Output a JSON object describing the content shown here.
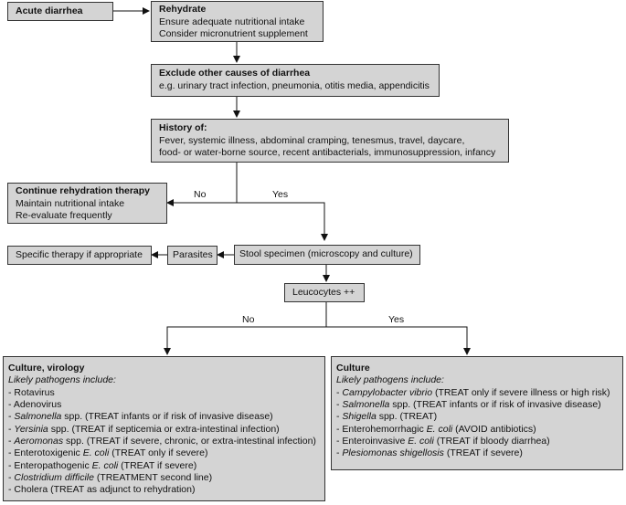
{
  "acute": "Acute diarrhea",
  "rehydrate": {
    "title": "Rehydrate",
    "lines": [
      "Ensure adequate nutritional intake",
      "Consider micronutrient supplement"
    ]
  },
  "exclude": {
    "title": "Exclude other causes of diarrhea",
    "line": "e.g. urinary tract infection, pneumonia, otitis media, appendicitis"
  },
  "history": {
    "title": "History of:",
    "lines": [
      "Fever, systemic illness, abdominal cramping, tenesmus, travel, daycare,",
      "food- or water-borne source, recent antibacterials, immunosuppression, infancy"
    ]
  },
  "continue": {
    "title": "Continue rehydration therapy",
    "lines": [
      "Maintain nutritional intake",
      "Re-evaluate frequently"
    ]
  },
  "no1": "No",
  "yes1": "Yes",
  "specific": "Specific therapy if appropriate",
  "parasites": "Parasites",
  "stool": "Stool specimen (microscopy and culture)",
  "leucocytes": "Leucocytes ++",
  "no2": "No",
  "yes2": "Yes",
  "culture_virology": {
    "title": "Culture, virology",
    "subtitle": "Likely pathogens include:",
    "items": [
      {
        "pre": "- ",
        "it": "",
        "post": "Rotavirus"
      },
      {
        "pre": "- ",
        "it": "",
        "post": "Adenovirus"
      },
      {
        "pre": "- ",
        "it": "Salmonella",
        "post": " spp. (TREAT infants or if risk of invasive disease)"
      },
      {
        "pre": "- ",
        "it": "Yersinia",
        "post": " spp. (TREAT if septicemia or extra-intestinal infection)"
      },
      {
        "pre": "- ",
        "it": "Aeromonas",
        "post": " spp. (TREAT if severe, chronic, or extra-intestinal infection)"
      },
      {
        "pre": "- Enterotoxigenic ",
        "it": "E. coli",
        "post": " (TREAT only if severe)"
      },
      {
        "pre": "- Enteropathogenic ",
        "it": "E. coli",
        "post": " (TREAT if severe)"
      },
      {
        "pre": "- ",
        "it": "Clostridium difficile",
        "post": " (TREATMENT second line)"
      },
      {
        "pre": "- ",
        "it": "",
        "post": "Cholera (TREAT as adjunct to rehydration)"
      }
    ]
  },
  "culture": {
    "title": "Culture",
    "subtitle": "Likely pathogens include:",
    "items": [
      {
        "pre": "- ",
        "it": "Campylobacter vibrio",
        "post": " (TREAT only if severe illness or high risk)"
      },
      {
        "pre": "- ",
        "it": "Salmonella",
        "post": " spp. (TREAT infants or if risk of invasive disease)"
      },
      {
        "pre": "- ",
        "it": "Shigella",
        "post": " spp. (TREAT)"
      },
      {
        "pre": "- Enterohemorrhagic ",
        "it": "E. coli",
        "post": " (AVOID antibiotics)"
      },
      {
        "pre": "- Enteroinvasive ",
        "it": "E. coli",
        "post": " (TREAT if bloody diarrhea)"
      },
      {
        "pre": "- ",
        "it": "Plesiomonas shigellosis",
        "post": " (TREAT if severe)"
      }
    ]
  }
}
